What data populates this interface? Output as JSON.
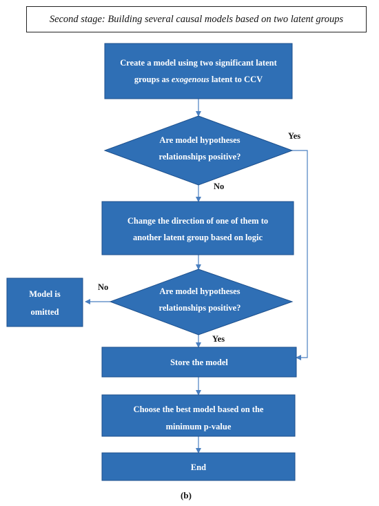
{
  "title": "Second stage: Building several causal models based on two latent groups",
  "nodes": {
    "create_model": {
      "line1": "Create a model using two significant latent",
      "line2_prefix": "groups as ",
      "line2_em": "exogenous",
      "line2_suffix": " latent to CCV"
    },
    "decision1": {
      "line1": "Are model hypotheses",
      "line2": "relationships positive?"
    },
    "change_direction": {
      "line1": "Change the direction of one of them to",
      "line2": "another latent group based on logic"
    },
    "decision2": {
      "line1": "Are model hypotheses",
      "line2": "relationships positive?"
    },
    "omitted": {
      "line1": "Model is",
      "line2": "omitted"
    },
    "store": {
      "line1": "Store the model"
    },
    "choose_best": {
      "line1": "Choose the best model based on the",
      "line2": "minimum p-value"
    },
    "end": {
      "line1": "End"
    }
  },
  "edge_labels": {
    "d1_yes": "Yes",
    "d1_no": "No",
    "d2_no": "No",
    "d2_yes": "Yes"
  },
  "caption": "(b)",
  "colors": {
    "box_fill": "#2f6fb5",
    "edge": "#4a7fc0"
  }
}
